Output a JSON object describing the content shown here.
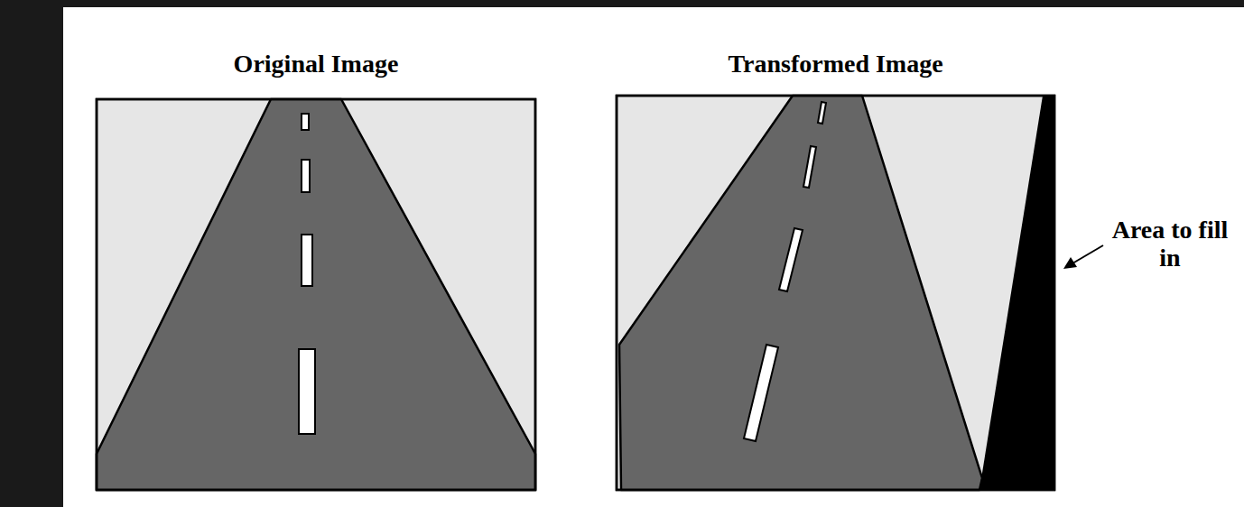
{
  "diagram": {
    "nodes": [
      {
        "text": [
          "Original Image"
        ]
      },
      {
        "text": [
          "Transformed Image"
        ]
      }
    ],
    "labels": [
      "Area to fill in"
    ]
  }
}
